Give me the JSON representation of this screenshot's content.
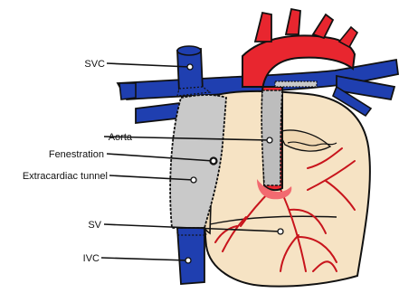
{
  "labels": {
    "svc": "SVC",
    "aorta": "Aorta",
    "fenestration": "Fenestration",
    "extracardiac_tunnel": "Extracardiac tunnel",
    "sv": "SV",
    "ivc": "IVC"
  },
  "colors": {
    "vein_blue": "#1f3fb0",
    "aorta_red": "#e8262f",
    "heart_tissue": "#f6e3c4",
    "vessel_red": "#c8141c",
    "tunnel_gray": "#c9c9c9",
    "outline": "#111111"
  }
}
